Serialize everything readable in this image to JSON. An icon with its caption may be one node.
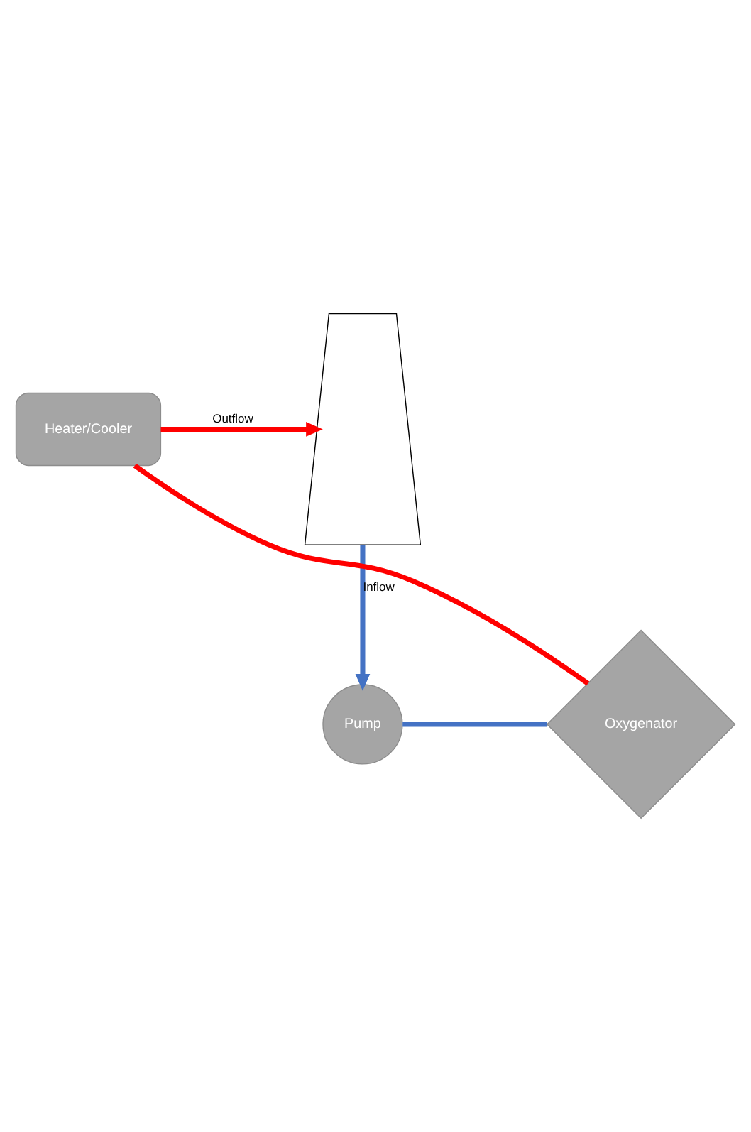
{
  "diagram": {
    "nodes": [
      {
        "text": [],
        "shape": "person"
      },
      {
        "text": [
          "Heater/Cooler"
        ]
      },
      {
        "text": [
          "Pump"
        ]
      },
      {
        "text": [
          "Oxygenator"
        ]
      }
    ],
    "edges": [
      {
        "from": 0,
        "to": 2,
        "arrow": "to",
        "label": "Inflow",
        "color": "#4472c4"
      },
      {
        "from": 2,
        "to": 3,
        "arrow": "none",
        "color": "#4472c4"
      },
      {
        "from": 3,
        "to": 1,
        "arrow": "none",
        "color": "#ff0000"
      },
      {
        "from": 1,
        "to": 0,
        "arrow": "to",
        "label": "Outflow",
        "color": "#ff0000"
      }
    ]
  }
}
